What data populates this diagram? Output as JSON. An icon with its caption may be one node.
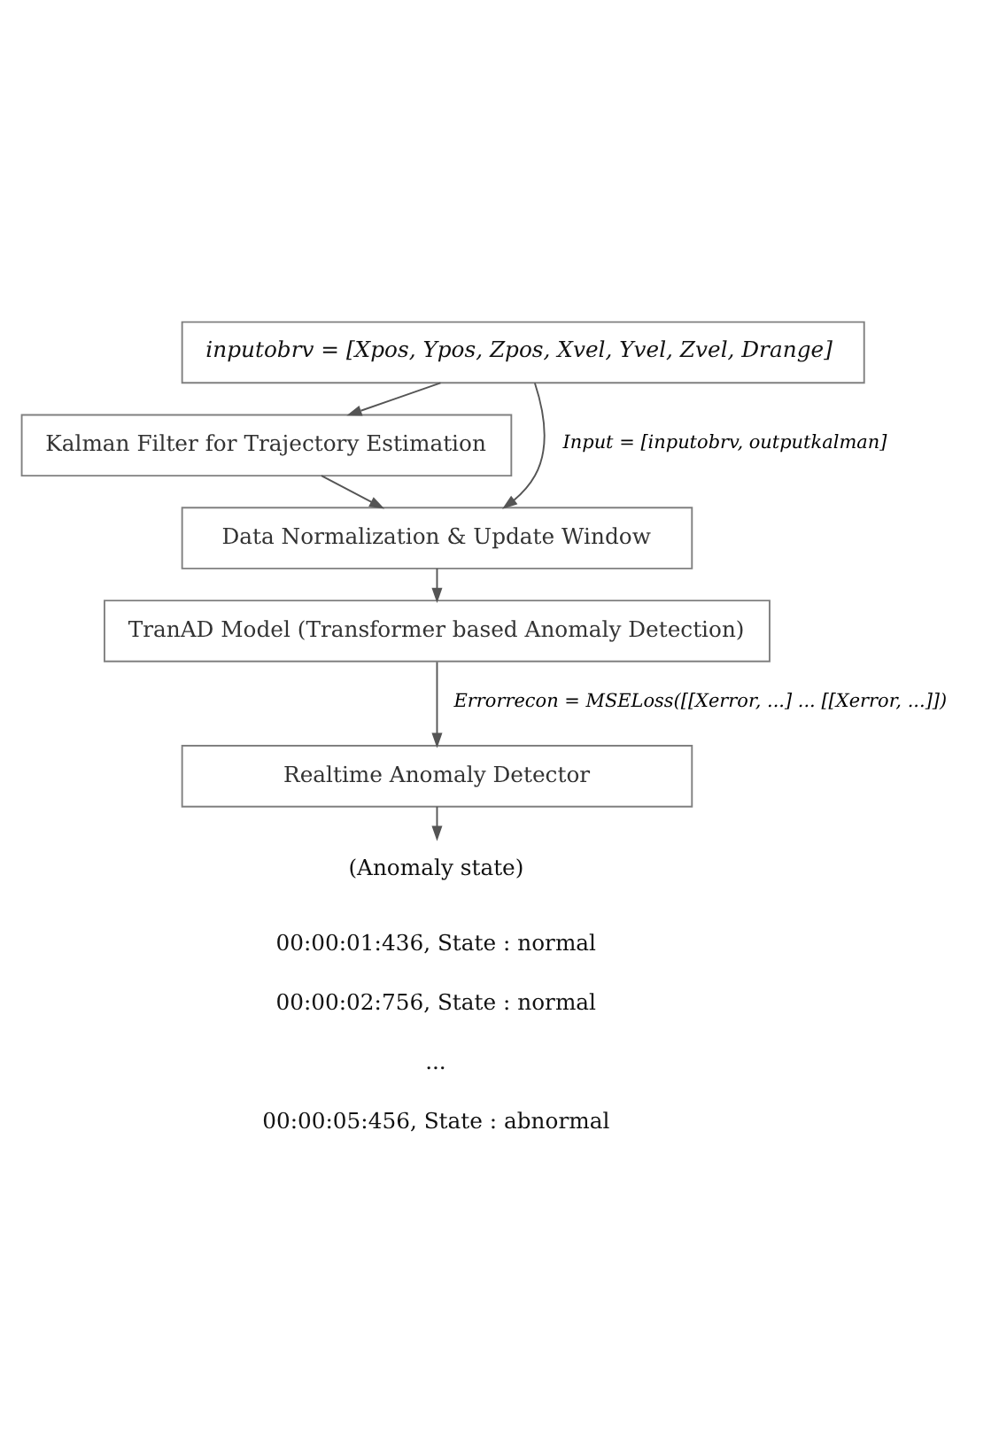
{
  "diagram": {
    "nodes": [
      {
        "text": [
          "inputobrv = [Xpos, Ypos, Zpos, Xvel, Yvel, Zvel, Drange]"
        ]
      },
      {
        "text": [
          "Kalman Filter for Trajectory Estimation"
        ]
      },
      {
        "text": [
          "Data Normalization & Update Window"
        ]
      },
      {
        "text": [
          "TranAD Model (Transformer based Anomaly Detection)"
        ]
      },
      {
        "text": [
          "Realtime Anomaly Detector"
        ]
      },
      {
        "text": [
          "(Anomaly state)"
        ]
      }
    ],
    "edges": [
      {
        "from": 0,
        "to": 1,
        "arrow": "to"
      },
      {
        "from": 0,
        "to": 2,
        "arrow": "to",
        "label": "Input = [inputobrv, outputkalman]"
      },
      {
        "from": 1,
        "to": 2,
        "arrow": "to"
      },
      {
        "from": 2,
        "to": 3,
        "arrow": "to"
      },
      {
        "from": 3,
        "to": 4,
        "arrow": "to",
        "label": "Errorrecon = MSELoss([[Xerror, ...] ... [[Xerror, ...]])"
      },
      {
        "from": 4,
        "to": 5,
        "arrow": "to"
      }
    ],
    "labels": [
      "00:00:01:436, State : normal",
      "00:00:02:756, State : normal",
      "...",
      "00:00:05:456, State : abnormal"
    ]
  }
}
